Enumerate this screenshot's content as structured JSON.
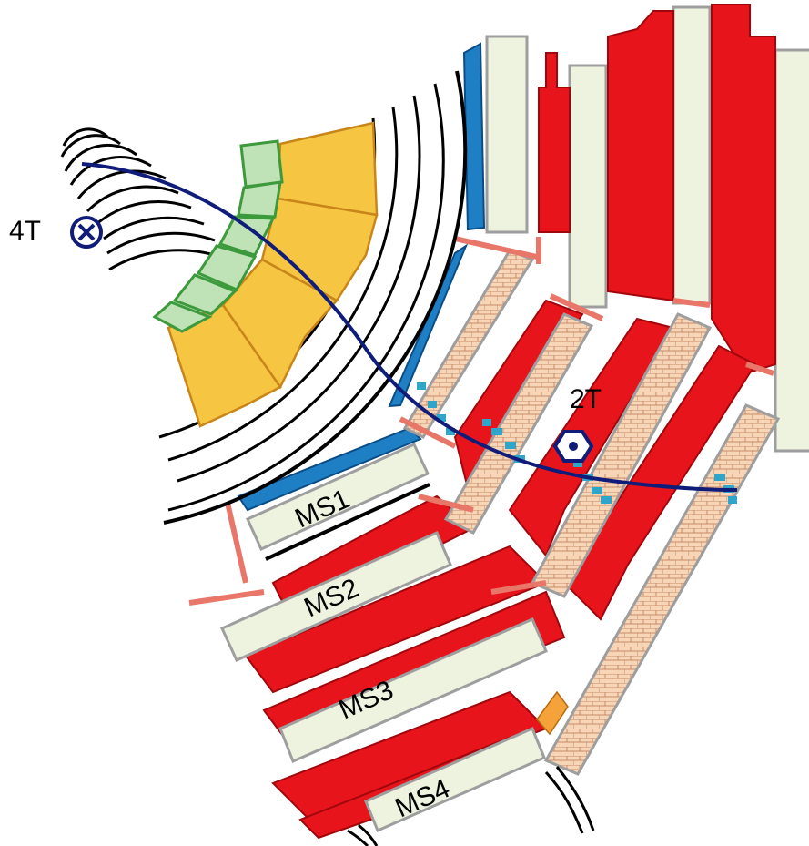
{
  "magnetic_field": {
    "inner_label": "4T",
    "inner_symbol": "into-page-icon",
    "outer_label": "2T",
    "outer_symbol": "out-of-page-icon"
  },
  "stations": [
    {
      "label": "MS1"
    },
    {
      "label": "MS2"
    },
    {
      "label": "MS3"
    },
    {
      "label": "MS4"
    }
  ],
  "colors": {
    "iron_yoke": "#e8141c",
    "muon_chamber_cells": "#f7d6b8",
    "chamber_frame": "#e8776a",
    "chamber_hits": "#2fa6c9",
    "hcal_barrel": "#f6c542",
    "ecal_barrel": "#bfe2b6",
    "ecal_border": "#3c9a3c",
    "solenoid_blue": "#1f7fc4",
    "support_panels": "#eef3e0",
    "track": "#101c7a",
    "orange_block": "#f5a23a"
  }
}
